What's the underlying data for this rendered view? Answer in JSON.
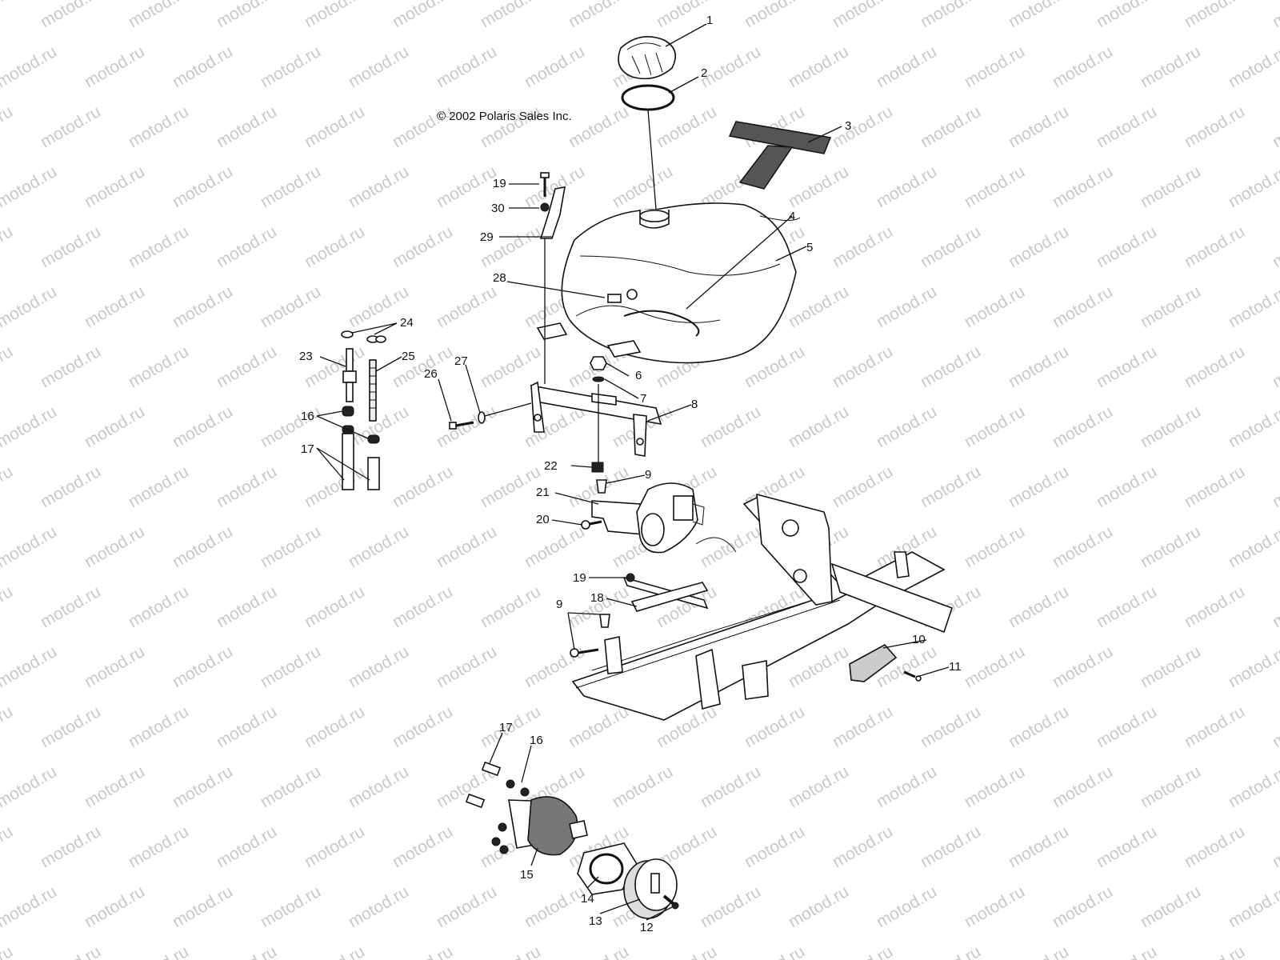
{
  "copyright": "© 2002 Polaris Sales Inc.",
  "watermark": "motod.ru",
  "labels": [
    "1",
    "2",
    "3",
    "4",
    "5",
    "6",
    "7",
    "8",
    "9",
    "10",
    "11",
    "12",
    "13",
    "14",
    "15",
    "16",
    "17",
    "18",
    "19",
    "20",
    "21",
    "22",
    "23",
    "24",
    "25",
    "26",
    "27",
    "28",
    "29",
    "30"
  ],
  "extra_labels": {
    "l9b": "9",
    "l16b": "16",
    "l17b": "17",
    "l19b": "19"
  },
  "colors": {
    "line": "#111111",
    "watermark": "#c9c9c9",
    "background": "#ffffff"
  }
}
